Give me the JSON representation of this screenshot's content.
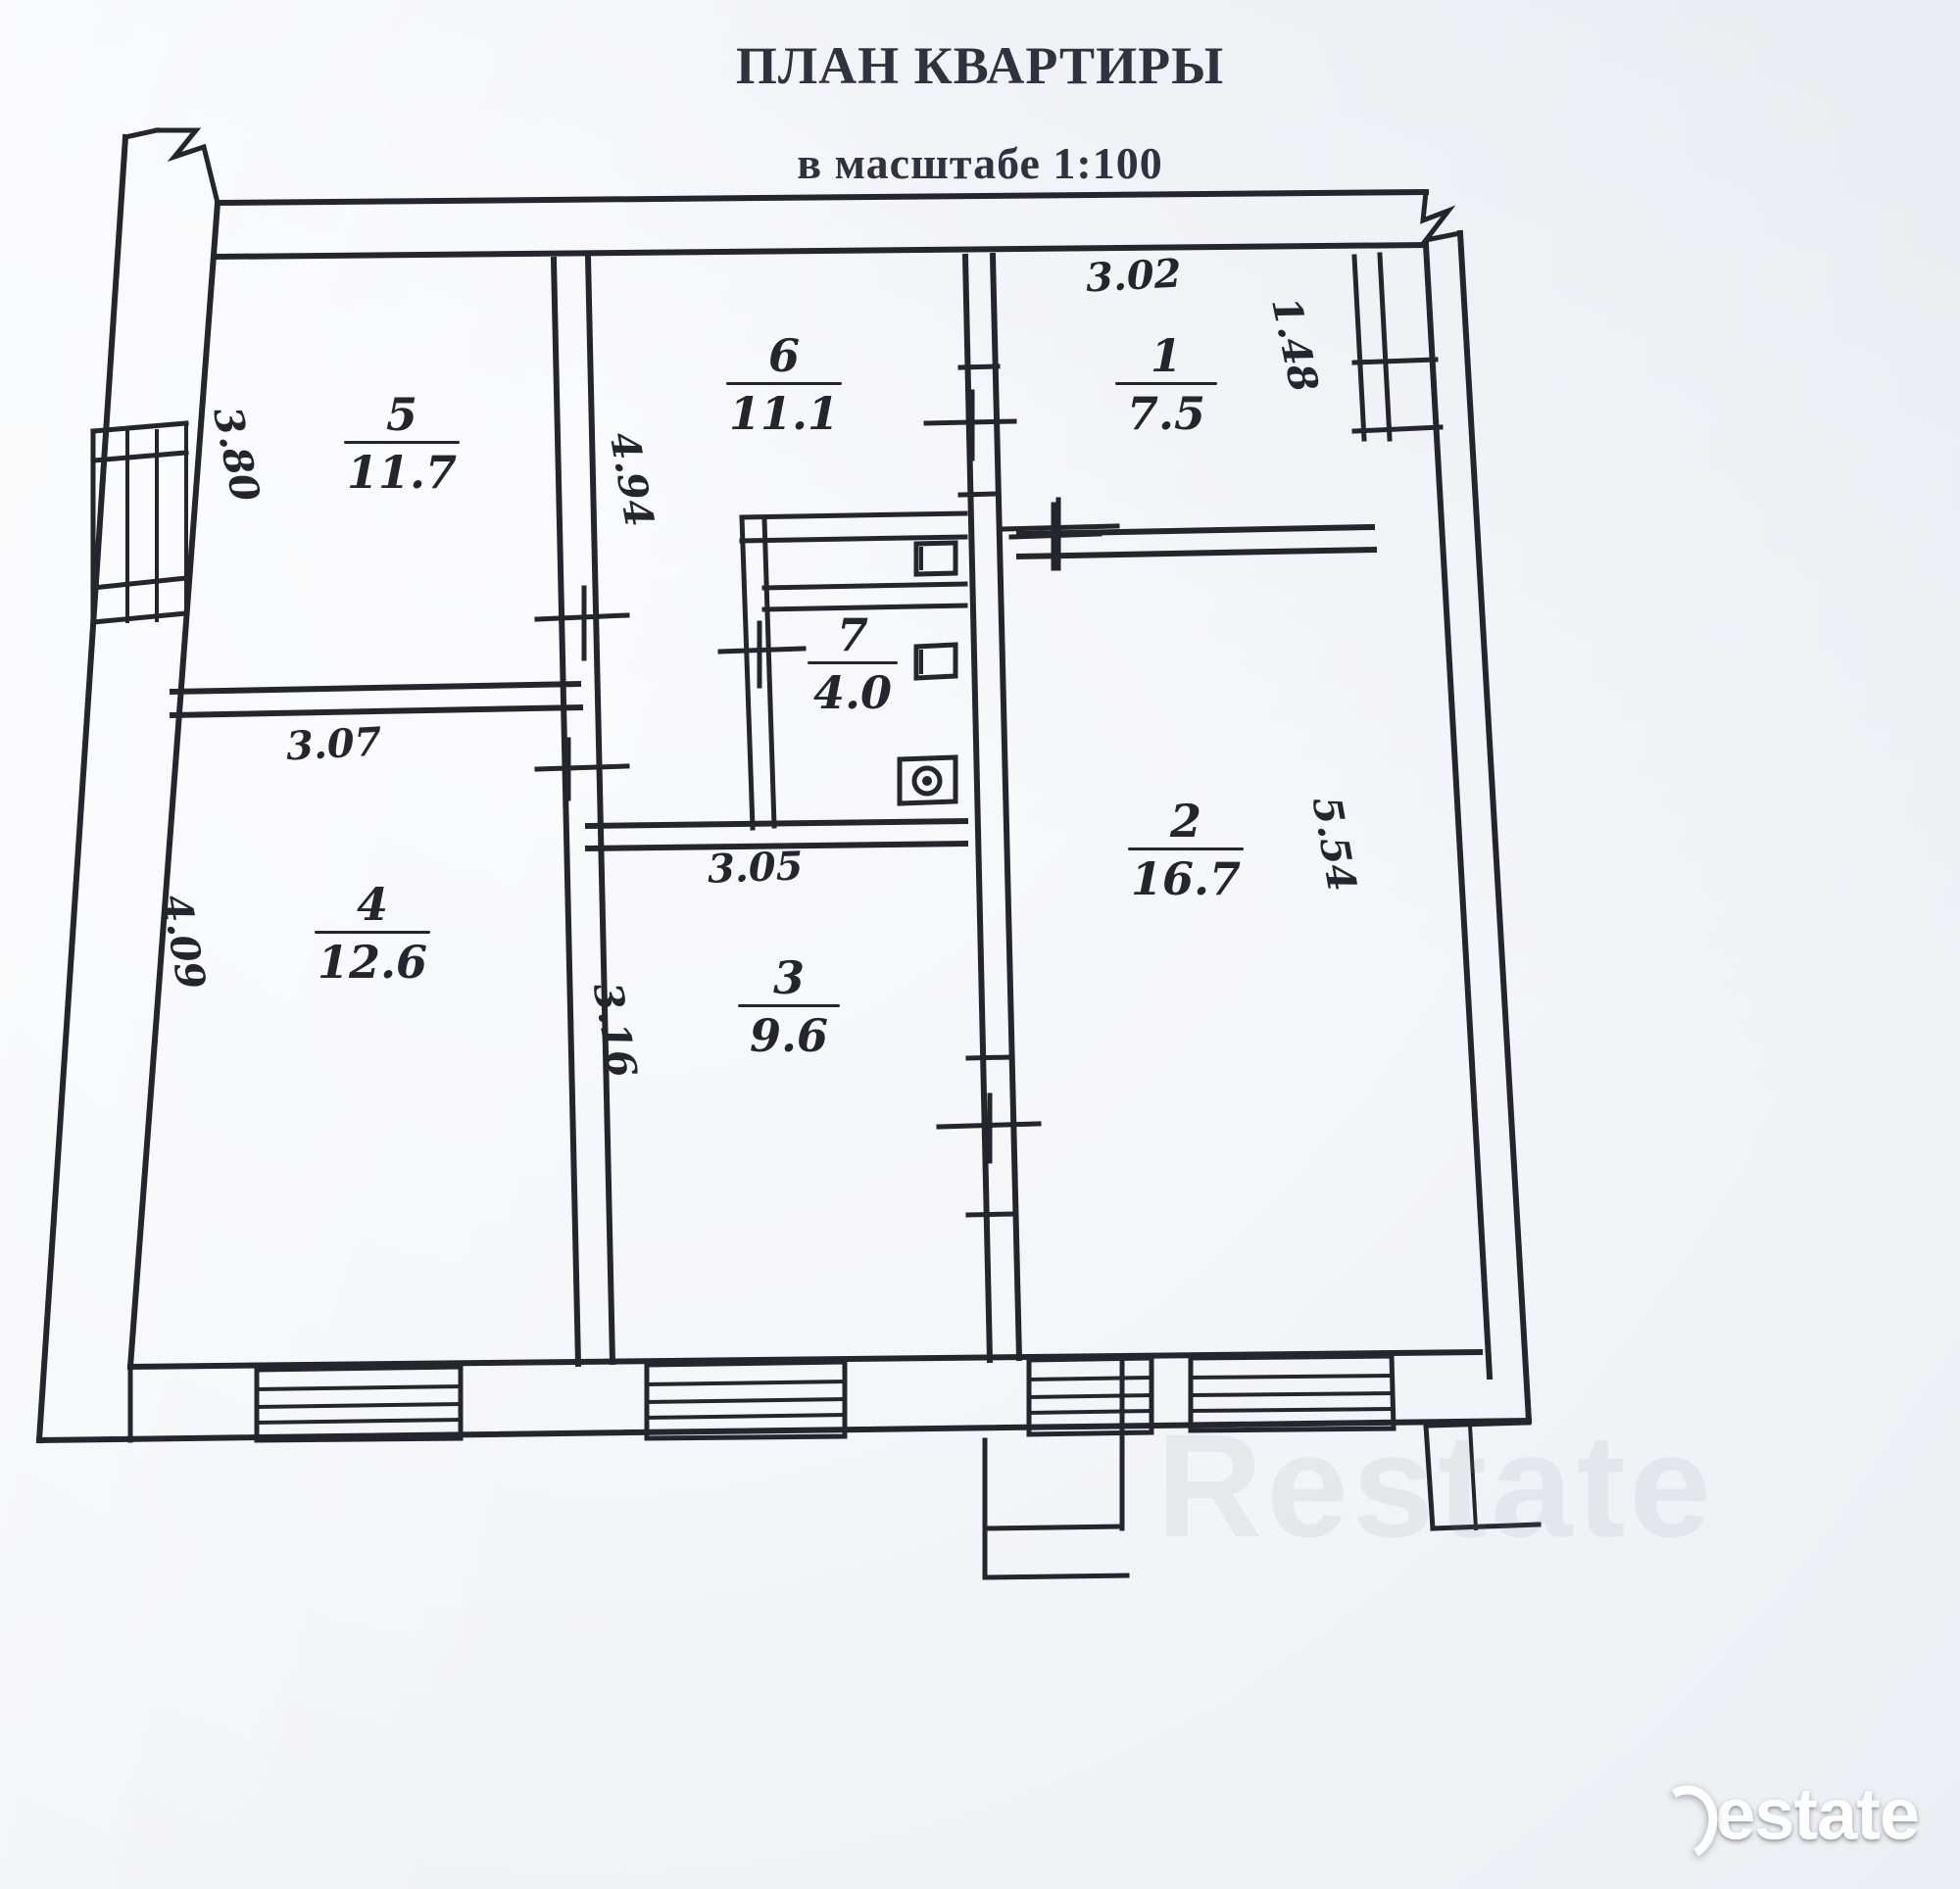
{
  "document": {
    "title": "ПЛАН КВАРТИРЫ",
    "subtitle": "в масштабе 1:100"
  },
  "rooms": [
    {
      "number": "1",
      "area": "7.5"
    },
    {
      "number": "2",
      "area": "16.7"
    },
    {
      "number": "3",
      "area": "9.6"
    },
    {
      "number": "4",
      "area": "12.6"
    },
    {
      "number": "5",
      "area": "11.7"
    },
    {
      "number": "6",
      "area": "11.1"
    },
    {
      "number": "7",
      "area": "4.0"
    }
  ],
  "dimensions": {
    "top_right": "3.02",
    "right_upper": "1.48",
    "left_upper": "3.80",
    "middle_upper": "4.94",
    "left_middle": "3.07",
    "center_middle": "3.05",
    "left_lower": "4.09",
    "center_lower": "3.16",
    "right_lower": "5.54"
  },
  "watermarks": {
    "center": "Restate",
    "brand": "estate"
  },
  "colors": {
    "ink": "#24262d",
    "paper": "#f4f5f8",
    "title": "#2f3340"
  }
}
